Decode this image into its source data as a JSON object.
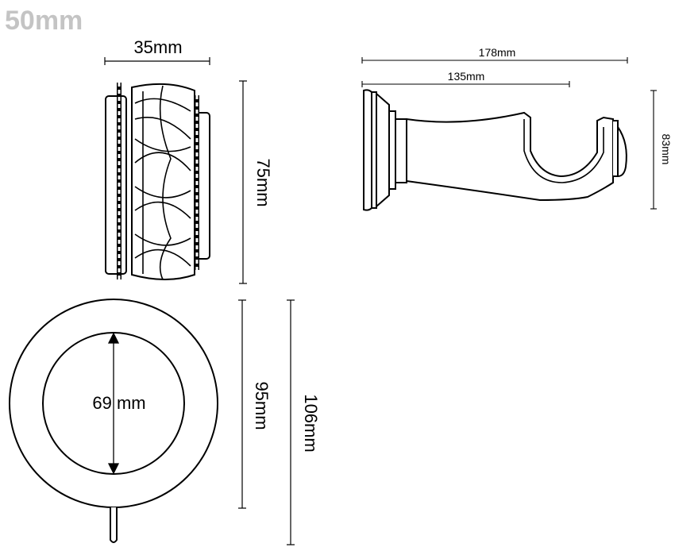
{
  "title": "50mm",
  "finial": {
    "width_label": "35mm",
    "height_label": "75mm"
  },
  "bracket": {
    "total_projection_label": "178mm",
    "inner_projection_label": "135mm",
    "height_label": "83mm"
  },
  "ring": {
    "inner_diameter_label": "69 mm",
    "outer_height_label": "95mm",
    "overall_height_label": "106mm"
  }
}
